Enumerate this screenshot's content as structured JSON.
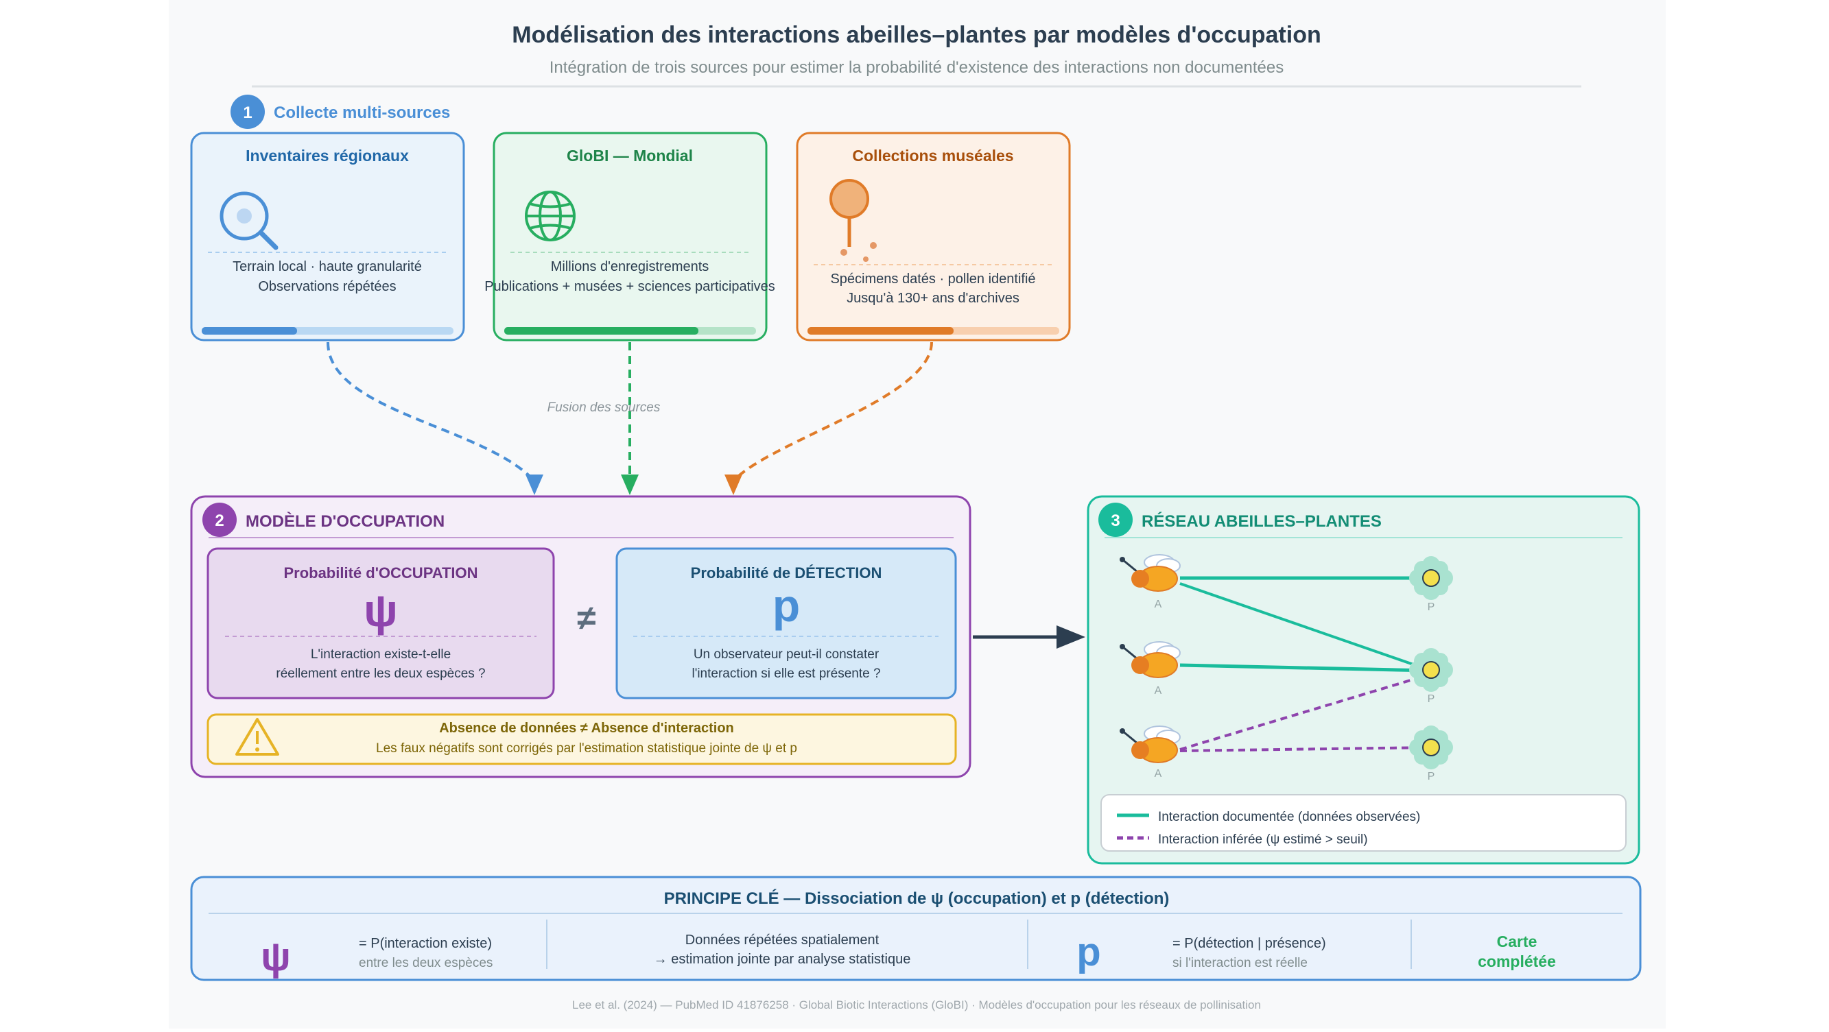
{
  "header": {
    "title": "Modélisation des interactions abeilles–plantes par modèles d'occupation",
    "subtitle": "Intégration de trois sources pour estimer la probabilité d'existence des interactions non documentées"
  },
  "step1": {
    "number": "1",
    "label": "Collecte multi-sources"
  },
  "sources": [
    {
      "title": "Inventaires régionaux",
      "line1": "Terrain local · haute granularité",
      "line2": "Observations répétées",
      "icon": "magnifier-icon",
      "color": "#4a8fd6",
      "fill_level": 0.38
    },
    {
      "title": "GloBI — Mondial",
      "line1": "Millions d'enregistrements",
      "line2": "Publications + musées + sciences participatives",
      "icon": "globe-icon",
      "color": "#27ae60",
      "fill_level": 0.77
    },
    {
      "title": "Collections muséales",
      "line1": "Spécimens datés · pollen identifié",
      "line2": "Jusqu'à 130+ ans d'archives",
      "icon": "pin-specimen-icon",
      "color": "#e07b28",
      "fill_level": 0.58
    }
  ],
  "fusion_label": "Fusion des sources",
  "model": {
    "number": "2",
    "title": "MODÈLE D'OCCUPATION",
    "occupation": {
      "title": "Probabilité d'OCCUPATION",
      "symbol": "ψ",
      "line1": "L'interaction existe-t-elle",
      "line2": "réellement entre les deux espèces ?"
    },
    "not_equal": "≠",
    "detection": {
      "title": "Probabilité de DÉTECTION",
      "symbol": "p",
      "line1": "Un observateur peut-il constater",
      "line2": "l'interaction si elle est présente ?"
    },
    "warning": {
      "title": "Absence de données ≠ Absence d'interaction",
      "text": "Les faux négatifs sont corrigés par l'estimation statistique jointe de ψ et p"
    }
  },
  "network": {
    "number": "3",
    "title": "RÉSEAU ABEILLES–PLANTES",
    "bee_label": "A",
    "plant_label": "P",
    "legend": {
      "documented": "Interaction documentée (données observées)",
      "inferred": "Interaction inférée (ψ estimé > seuil)"
    }
  },
  "principle": {
    "title": "PRINCIPE CLÉ — Dissociation de ψ (occupation) et p (détection)",
    "psi_symbol": "ψ",
    "psi_line1": "= P(interaction existe)",
    "psi_line2": "entre les deux espèces",
    "mid_line1": "Données répétées spatialement",
    "mid_line2": "→ estimation jointe par analyse statistique",
    "p_symbol": "p",
    "p_line1": "= P(détection | présence)",
    "p_line2": "si l'interaction est réelle",
    "result_line1": "Carte",
    "result_line2": "complétée"
  },
  "footer": "Lee et al. (2024) — PubMed ID 41876258 · Global Biotic Interactions (GloBI) · Modèles d'occupation pour les réseaux de pollinisation",
  "colors": {
    "blue": "#4a8fd6",
    "green": "#27ae60",
    "orange": "#e07b28",
    "purple": "#8e44ad",
    "teal": "#1abc9c",
    "dark": "#2c3e50",
    "warning": "#e6b325"
  }
}
